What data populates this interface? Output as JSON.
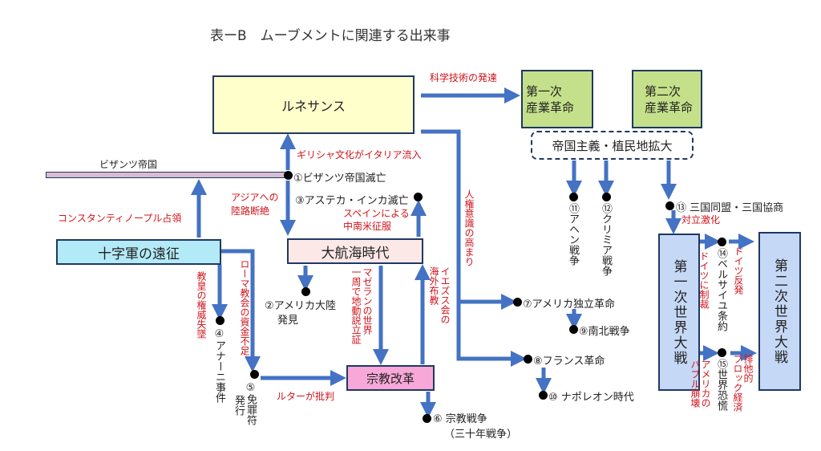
{
  "title": "表ーB　ムーブメントに関連する出来事",
  "boxes": {
    "renaissance": "ルネサンス",
    "industrial1_line1": "第一次",
    "industrial1_line2": "産業革命",
    "industrial2_line1": "第二次",
    "industrial2_line2": "産業革命",
    "imperialism": "帝国主義・植民地拡大",
    "crusades": "十字軍の遠征",
    "age_of_discovery": "大航海時代",
    "reformation": "宗教改革",
    "ww1": "第一次世界大戦",
    "ww2": "第二次世界大戦"
  },
  "timeline": {
    "byzantine_label": "ビザンツ帝国"
  },
  "events": {
    "e1": "①ビザンツ帝国滅亡",
    "e2_line1": "②アメリカ大陸",
    "e2_line2": "発見",
    "e3": "③アステカ・インカ滅亡",
    "e4": "④アナーニ事件",
    "e5_line1": "⑤免罪符",
    "e5_line2": "発行",
    "e6_line1": "⑥ 宗教戦争",
    "e6_line2": "（三十年戦争）",
    "e7": "⑦アメリカ独立革命",
    "e8": "⑧フランス革命",
    "e9": "⑨南北戦争",
    "e10": "⑩ ナポレオン時代",
    "e11": "⑪アヘン戦争",
    "e12": "⑫クリミア戦争",
    "e13": "⑬ 三国同盟・三国協商",
    "e14": "⑭ベルサイユ条約",
    "e15": "⑮世界恐慌"
  },
  "causes": {
    "science": "科学技術の発達",
    "greek_culture": "ギリシャ文化がイタリア流入",
    "constantinople": "コンスタンティノープル占領",
    "asia_route_line1": "アジアへの",
    "asia_route_line2": "陸路断絶",
    "spain_conquest_line1": "スペインによる",
    "spain_conquest_line2": "中南米征服",
    "human_rights": "人権意識の高まり",
    "papal_authority": "教皇の権威失墜",
    "rome_funds": "ローマ教会の資金不足",
    "magellan_line1": "マゼランの世界",
    "magellan_line2": "一周で地動説立証",
    "jesuits_line1": "イエズス会の",
    "jesuits_line2": "海外布教",
    "luther": "ルターが批判",
    "conflict": "対立激化",
    "sanctions": "ドイツに制裁",
    "backlash": "ドイツ反発",
    "bubble_line1": "アメリカの",
    "bubble_line2": "バブル崩壊",
    "bloc_line1": "排他的",
    "bloc_line2": "ブロック経済"
  },
  "colors": {
    "arrow": "#4472c4",
    "cause_text": "#d0141c",
    "border": "#1f3864"
  }
}
